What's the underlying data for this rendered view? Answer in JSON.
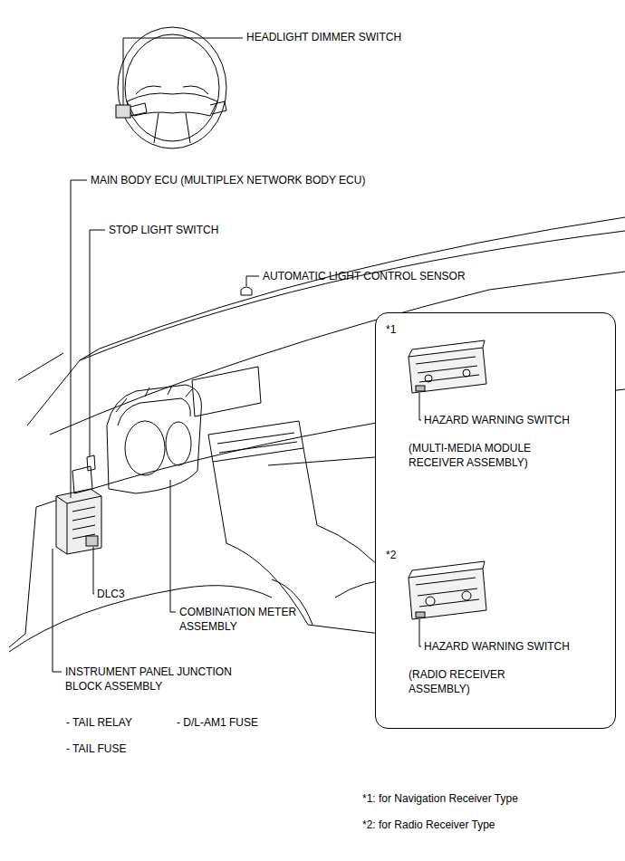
{
  "diagram": {
    "nodes": [
      {
        "text": [
          "*1",
          "HAZARD WARNING SWITCH",
          "(MULTI-MEDIA MODULE RECEIVER ASSEMBLY)",
          "*2",
          "HAZARD WARNING SWITCH",
          "(RADIO RECEIVER ASSEMBLY)"
        ]
      }
    ],
    "labels": [
      "HEADLIGHT DIMMER SWITCH",
      "MAIN BODY ECU (MULTIPLEX NETWORK BODY ECU)",
      "STOP LIGHT SWITCH",
      "AUTOMATIC LIGHT CONTROL SENSOR",
      "DLC3",
      "COMBINATION METER ASSEMBLY",
      "INSTRUMENT PANEL JUNCTION BLOCK ASSEMBLY",
      "- TAIL RELAY",
      "- D/L-AM1 FUSE",
      "- TAIL FUSE",
      "*1: for Navigation Receiver Type",
      "*2: for Radio Receiver Type"
    ]
  }
}
